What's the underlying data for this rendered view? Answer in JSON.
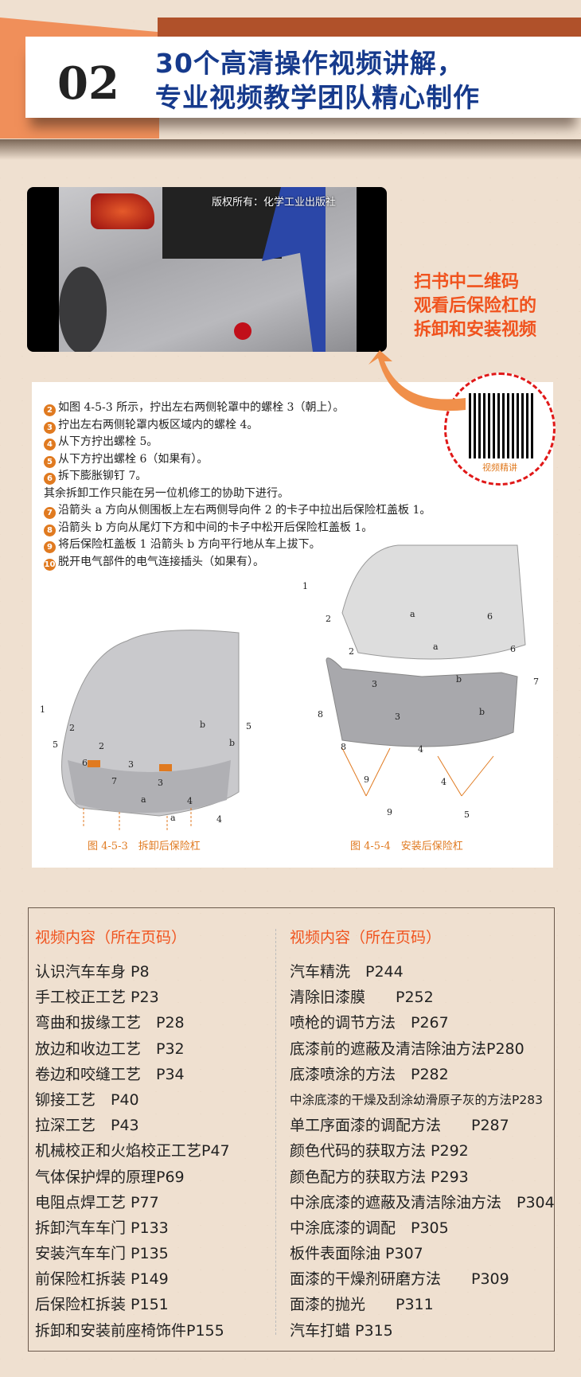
{
  "header": {
    "number": "02",
    "title_line1": "30个高清操作视频讲解，",
    "title_line2": "专业视频教学团队精心制作"
  },
  "video": {
    "watermark": "版权所有：化学工业出版社"
  },
  "promo": {
    "line1": "扫书中二维码",
    "line2": "观看后保险杠的",
    "line3": "拆卸和安装视频"
  },
  "qr": {
    "label": "视频精讲"
  },
  "steps": [
    {
      "n": "2",
      "text": "如图 4-5-3 所示，拧出左右两侧轮罩中的螺栓 3（朝上）。"
    },
    {
      "n": "3",
      "text": "拧出左右两侧轮罩内板区域内的螺栓 4。"
    },
    {
      "n": "4",
      "text": "从下方拧出螺栓 5。"
    },
    {
      "n": "5",
      "text": "从下方拧出螺栓 6（如果有）。"
    },
    {
      "n": "6",
      "text": "拆下膨胀铆钉 7。"
    },
    {
      "n": "",
      "text": "其余拆卸工作只能在另一位机修工的协助下进行。"
    },
    {
      "n": "7",
      "text": "沿箭头 a 方向从侧围板上左右两侧导向件 2 的卡子中拉出后保险杠盖板 1。"
    },
    {
      "n": "8",
      "text": "沿箭头 b 方向从尾灯下方和中间的卡子中松开后保险杠盖板 1。"
    },
    {
      "n": "9",
      "text": "将后保险杠盖板 1 沿箭头 b 方向平行地从车上拔下。"
    },
    {
      "n": "10",
      "text": "脱开电气部件的电气连接插头（如果有）。"
    }
  ],
  "figures": [
    {
      "caption": "图 4-5-3　拆卸后保险杠",
      "labels": [
        "1",
        "2",
        "2",
        "3",
        "3",
        "4",
        "4",
        "5",
        "5",
        "6",
        "7",
        "a",
        "a",
        "b",
        "b"
      ]
    },
    {
      "caption": "图 4-5-4　安装后保险杠",
      "labels": [
        "1",
        "2",
        "2",
        "3",
        "3",
        "4",
        "4",
        "5",
        "6",
        "6",
        "7",
        "8",
        "8",
        "9",
        "9",
        "a",
        "a",
        "b",
        "b"
      ]
    }
  ],
  "list": {
    "left_header": "视频内容（所在页码）",
    "right_header": "视频内容（所在页码）",
    "left": [
      "认识汽车车身  P8",
      "手工校正工艺  P23",
      "弯曲和拔缘工艺　P28",
      "放边和收边工艺　P32",
      "卷边和咬缝工艺　P34",
      "铆接工艺　P40",
      "拉深工艺　P43",
      "机械校正和火焰校正工艺P47",
      "气体保护焊的原理P69",
      "电阻点焊工艺  P77",
      "拆卸汽车车门  P133",
      "安装汽车车门  P135",
      "前保险杠拆装  P149",
      "后保险杠拆装  P151",
      "拆卸和安装前座椅饰件P155"
    ],
    "right": [
      "汽车精洗　P244",
      "清除旧漆膜　　P252",
      "喷枪的调节方法　P267",
      "底漆前的遮蔽及清洁除油方法P280",
      "底漆喷涂的方法　P282",
      "中涂底漆的干燥及刮涂幼滑原子灰的方法P283",
      "单工序面漆的调配方法　　P287",
      "颜色代码的获取方法  P292",
      "颜色配方的获取方法  P293",
      "中涂底漆的遮蔽及清洁除油方法　P304",
      "中涂底漆的调配　P305",
      "板件表面除油  P307",
      "面漆的干燥剂研磨方法　　P309",
      "面漆的抛光　　P311",
      "汽车打蜡  P315"
    ]
  },
  "colors": {
    "accent": "#f0531e",
    "title_blue": "#163a8c",
    "brown": "#b0512a",
    "orange": "#e07a20"
  }
}
